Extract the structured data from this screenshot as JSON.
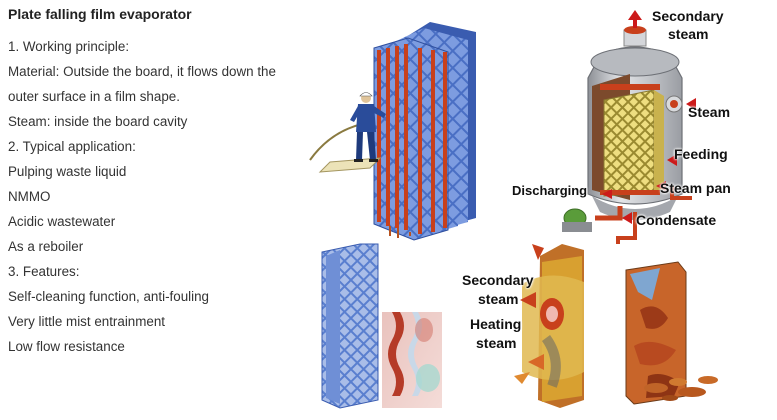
{
  "title": "Plate falling film evaporator",
  "lines": [
    "1. Working principle:",
    "Material: Outside the board, it flows down the",
    "outer surface in a film shape.",
    "Steam: inside the board cavity",
    "2. Typical application:",
    "Pulping waste liquid",
    "NMMO",
    "Acidic wastewater",
    "As a reboiler",
    "3. Features:",
    "Self-cleaning function, anti-fouling",
    "Very little mist entrainment",
    "Low flow resistance"
  ],
  "diagram": {
    "labels": {
      "secondary_steam_top_1": "Secondary",
      "secondary_steam_top_2": "steam",
      "steam": "Steam",
      "feeding": "Feeding",
      "discharging": "Discharging",
      "steam_pan": "Steam pan",
      "condensate": "Condensate",
      "secondary_steam_bottom_1": "Secondary",
      "secondary_steam_bottom_2": "steam",
      "heating_steam_1": "Heating",
      "heating_steam_2": "steam"
    },
    "colors": {
      "plate_blue": "#4a6fc4",
      "channel_red": "#c8401c",
      "vessel_gray": "#c9ccd0",
      "packing_yellow": "#e8d870",
      "arrow_red": "#cc1a1a",
      "scale_orange": "#c8652a"
    }
  }
}
